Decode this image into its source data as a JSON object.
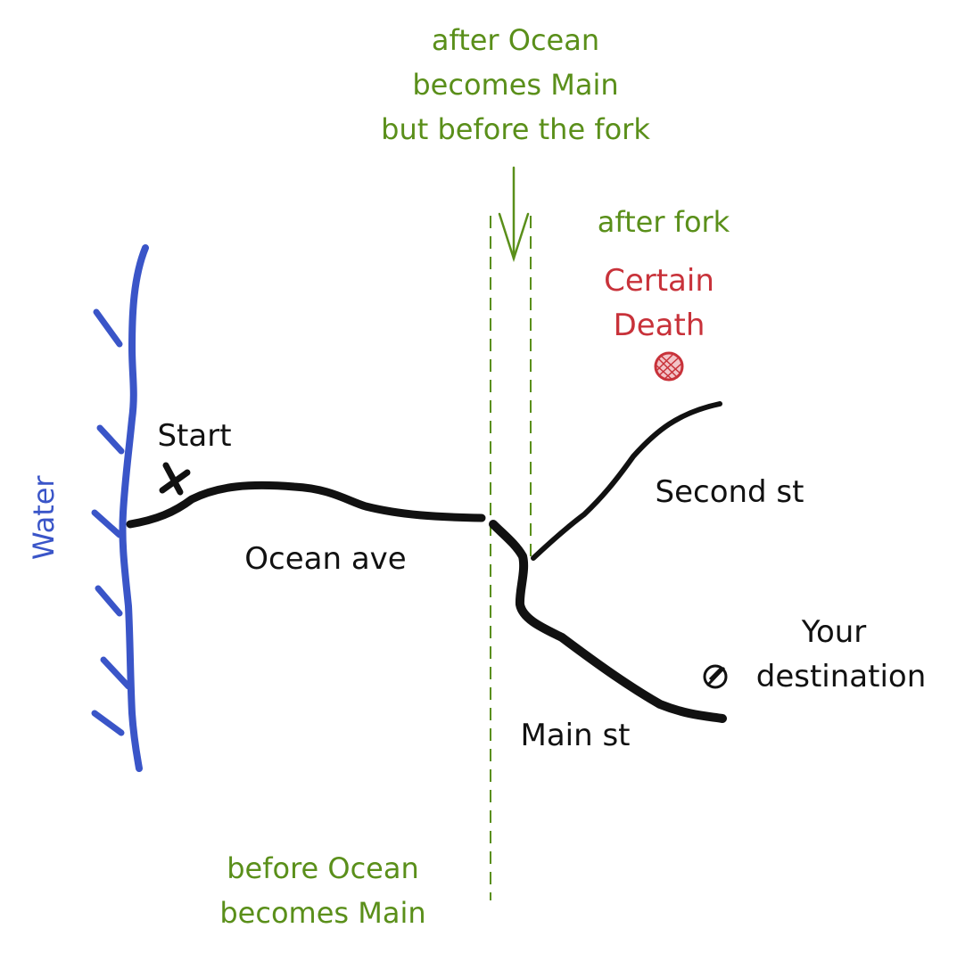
{
  "colors": {
    "water": "#3a55c8",
    "road": "#111111",
    "zone_lines": "#5a8f1a",
    "danger": "#c8323a"
  },
  "labels": {
    "zone_middle": [
      "after Ocean",
      "becomes Main",
      "but before the fork"
    ],
    "zone_after": "after fork",
    "zone_before": [
      "before Ocean",
      "becomes Main"
    ],
    "danger": [
      "Certain",
      "Death"
    ],
    "start": "Start",
    "water": "Water",
    "ocean_ave": "Ocean ave",
    "second_st": "Second st",
    "main_st": "Main st",
    "destination": [
      "Your",
      "destination"
    ]
  },
  "icons": {
    "start_marker": "x-mark-icon",
    "danger_marker": "hatched-circle-icon",
    "destination_marker": "slashed-circle-icon",
    "zone_pointer": "down-arrow-icon"
  }
}
